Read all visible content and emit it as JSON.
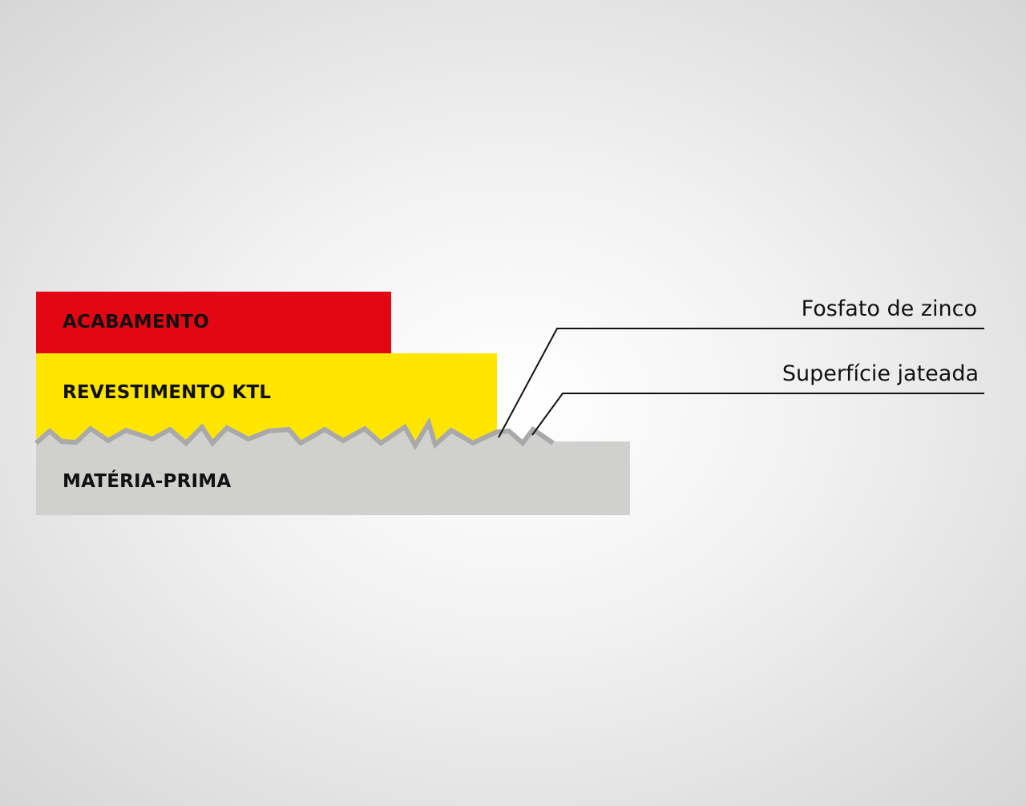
{
  "layers": {
    "finish": {
      "label": "ACABAMENTO",
      "color": "#e30613"
    },
    "ktl": {
      "label": "REVESTIMENTO KTL",
      "color": "#ffe500"
    },
    "base": {
      "label": "MATÉRIA-PRIMA",
      "color": "#d0d0cf"
    }
  },
  "callouts": {
    "zinc_phosphate": "Fosfato de zinco",
    "blasted_surface": "Superfície jateada"
  },
  "colors": {
    "rough_edge": "#a9a9a9",
    "leader_line": "#111111"
  }
}
